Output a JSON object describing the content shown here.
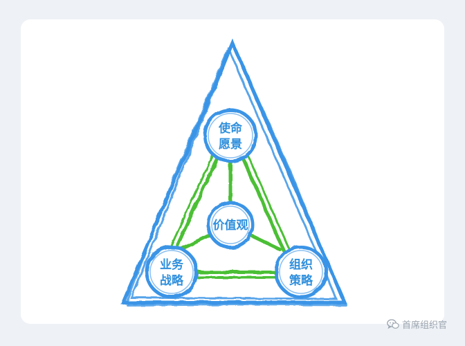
{
  "diagram": {
    "nodes": {
      "top": {
        "line1": "使命",
        "line2": "愿景"
      },
      "center": {
        "line1": "价值观"
      },
      "left": {
        "line1": "业务",
        "line2": "战略"
      },
      "right": {
        "line1": "组织",
        "line2": "策略"
      }
    },
    "colors": {
      "outer_triangle": "#3a94e6",
      "inner_lines": "#4cbf35",
      "node_text": "#2f8fdc"
    }
  },
  "watermark": {
    "icon": "wechat-icon",
    "text": "首席组织官"
  }
}
